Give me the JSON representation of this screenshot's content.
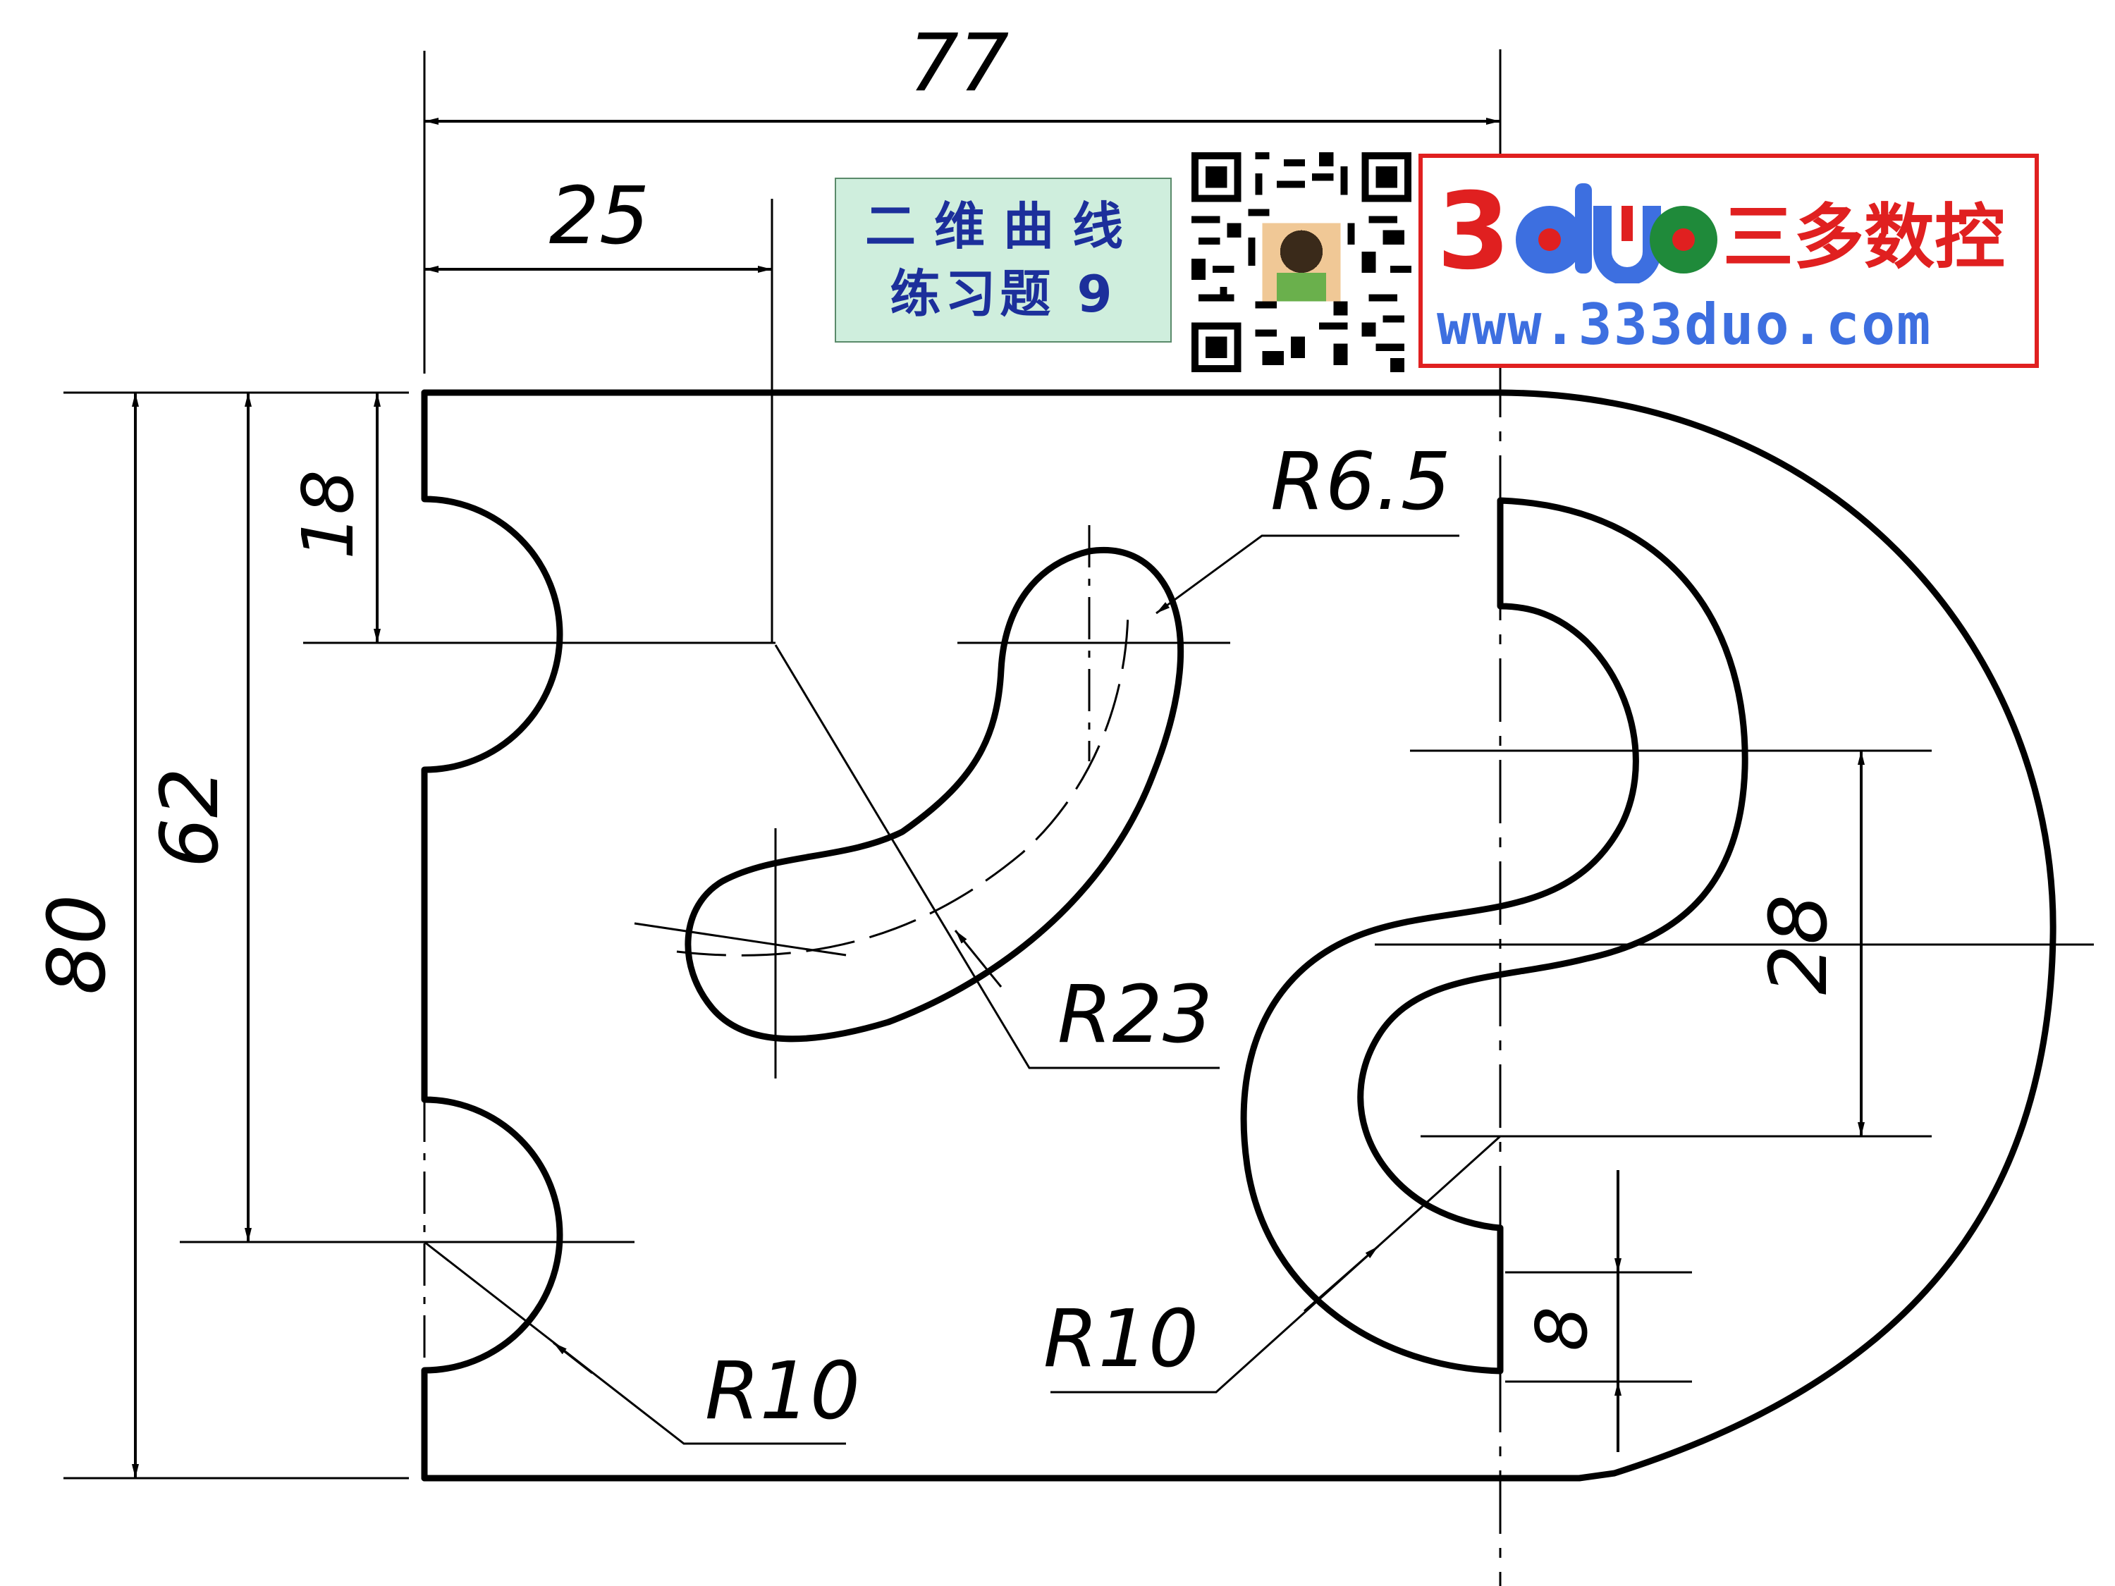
{
  "dimensions": {
    "overall_width": "77",
    "slot_offset": "25",
    "overall_height": "80",
    "lower_notch_offset": "62",
    "upper_notch_offset": "18",
    "slot_end_radius": "R6.5",
    "slot_arc_radius": "R23",
    "notch_radius": "R10",
    "hook_radius": "R10",
    "hook_center_spacing": "28",
    "hook_bottom_offset": "8"
  },
  "title_box": {
    "line1": "二维曲线",
    "line2": "练习题 9"
  },
  "logo": {
    "mark": "3duo",
    "name": "三多数控",
    "url": "www.333duo.com"
  },
  "colors": {
    "title_bg": "#cfeedd",
    "title_text": "#1c2f9b",
    "logo_red": "#e02020",
    "logo_blue": "#3d6fe0",
    "logo_green": "#1f8a3a"
  }
}
